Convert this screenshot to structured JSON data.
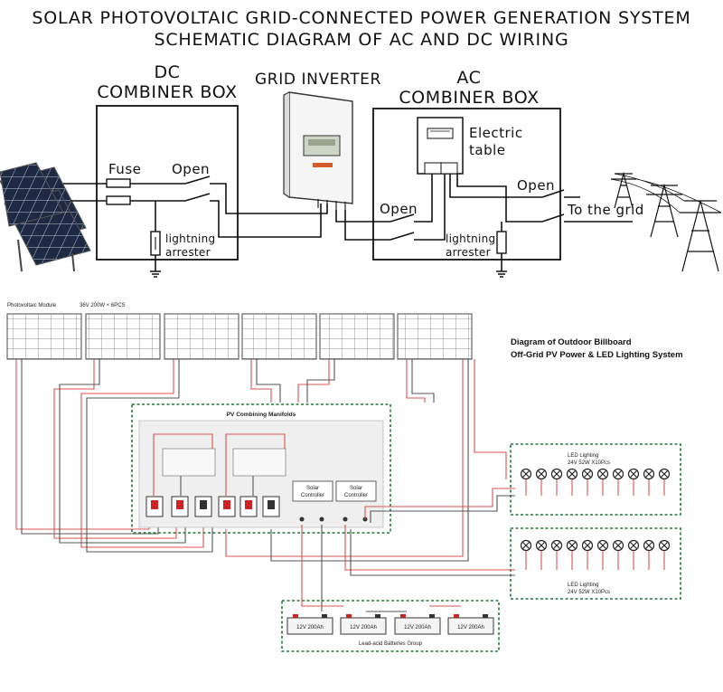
{
  "title": {
    "line1": "SOLAR PHOTOVOLTAIC GRID-CONNECTED POWER GENERATION SYSTEM",
    "line2": "SCHEMATIC DIAGRAM OF AC AND DC WIRING"
  },
  "dc_box": {
    "title_line1": "DC",
    "title_line2": "COMBINER BOX",
    "fuse_label": "Fuse",
    "open_label": "Open",
    "arrester_line1": "lightning",
    "arrester_line2": "arrester"
  },
  "inverter": {
    "label": "GRID INVERTER"
  },
  "ac_box": {
    "title_line1": "AC",
    "title_line2": "COMBINER BOX",
    "meter_line1": "Electric",
    "meter_line2": "table",
    "open_left_label": "Open",
    "open_right_label": "Open",
    "arrester_line1": "lightning",
    "arrester_line2": "arrester"
  },
  "grid": {
    "label": "To the grid"
  },
  "offgrid": {
    "module_label": "Photovoltaic Module",
    "module_spec": "36V  200W × 6PCS",
    "caption_line1": "Diagram of Outdoor Billboard",
    "caption_line2": "Off-Grid PV Power & LED Lighting System",
    "manifold_label": "PV Combining Manifolds",
    "controller_line1": "Solar",
    "controller_line2": "Controller",
    "led_top_line1": "LED Lighting",
    "led_top_line2": "24V 52W X10Pcs",
    "led_bottom_line1": "LED Lighting",
    "led_bottom_line2": "24V 52W X10Pcs",
    "battery_label": "12V 200Ah",
    "battery_group_label": "Lead-acid Batteries Group"
  },
  "colors": {
    "wire_red": "#d9534f",
    "border_green": "#1f7a35",
    "panel_blue": "#2a3b5e"
  }
}
